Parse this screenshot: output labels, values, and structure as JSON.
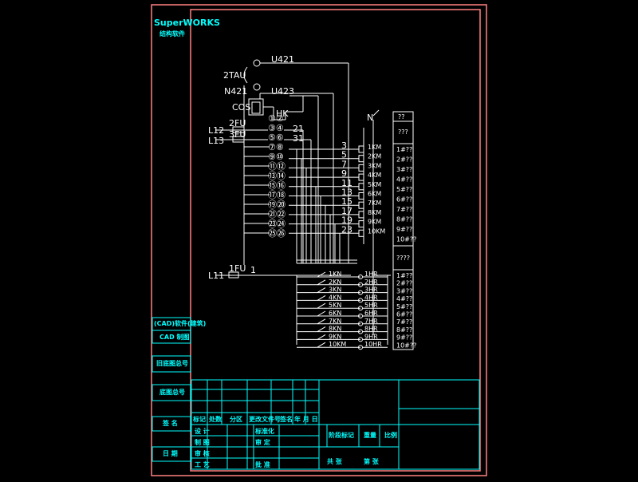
{
  "logo": {
    "brand": "SuperWORKS",
    "sub": "结构软件"
  },
  "left_panel": {
    "r1": "(CAD)软件(建筑)",
    "r2": "CAD 制图",
    "r3": "旧底图总号",
    "r4": "底图总号",
    "r5": "签 名",
    "r6": "日 期"
  },
  "schematic": {
    "lbl_u421": "U421",
    "lbl_2tau": "2TAU",
    "lbl_n421": "N421",
    "lbl_u423": "U423",
    "lbl_cos": "COS",
    "lbl_hk": "HK",
    "lbl_l12": "L12",
    "lbl_l13": "L13",
    "lbl_l11": "L11",
    "lbl_2fu": "2FU",
    "lbl_3fu": "3FU",
    "lbl_1fu": "1FU",
    "lbl_n": "N",
    "lbl_one": "1",
    "t_21": "21",
    "t_31": "31",
    "pairs": [
      "①②",
      "③④",
      "⑤⑥",
      "⑦⑧",
      "⑨⑩",
      "⑪⑫",
      "⑬⑭",
      "⑮⑯",
      "⑰⑱",
      "⑲⑳",
      "㉑㉒",
      "㉓㉔",
      "㉕㉖"
    ],
    "wire_nums": [
      "3",
      "5",
      "7",
      "9",
      "11",
      "13",
      "15",
      "17",
      "19",
      "23"
    ],
    "relays": [
      "1KM",
      "2KM",
      "3KM",
      "4KM",
      "5KM",
      "6KM",
      "7KM",
      "8KM",
      "9KM",
      "10KM"
    ],
    "kn": [
      "1KN",
      "2KN",
      "3KN",
      "4KN",
      "5KN",
      "6KN",
      "7KN",
      "8KN",
      "9KN",
      "10KM"
    ],
    "hr": [
      "1HR",
      "2HR",
      "3HR",
      "4HR",
      "5HR",
      "6HR",
      "7HR",
      "8HR",
      "9HR",
      "10HR"
    ]
  },
  "right_column": {
    "top": "??",
    "second": "???",
    "items": [
      "1#??",
      "2#??",
      "3#??",
      "4#??",
      "5#??",
      "6#??",
      "7#??",
      "8#??",
      "9#??",
      "10#??"
    ],
    "mid": "????",
    "items2": [
      "1#??",
      "2#??",
      "3#??",
      "4#??",
      "5#??",
      "6#??",
      "7#??",
      "8#??",
      "9#??",
      "10#??"
    ]
  },
  "title_block": {
    "h1": "标记",
    "h2": "处数",
    "h3": "分区",
    "h4": "更改文件号",
    "h5": "签名",
    "h6": "年 月 日",
    "design": "设 计",
    "std": "标准化",
    "drawn": "制 图",
    "check2": "审 定",
    "review": "审 核",
    "process": "工 艺",
    "approve": "批 准",
    "stage_mark": "阶段标记",
    "weight": "重量",
    "ratio": "比例",
    "sheets": "共 张",
    "sheet_no": "第 张"
  },
  "colors": {
    "frame": "#ff8080",
    "line": "#ffffff",
    "cyan": "#00ffff"
  }
}
